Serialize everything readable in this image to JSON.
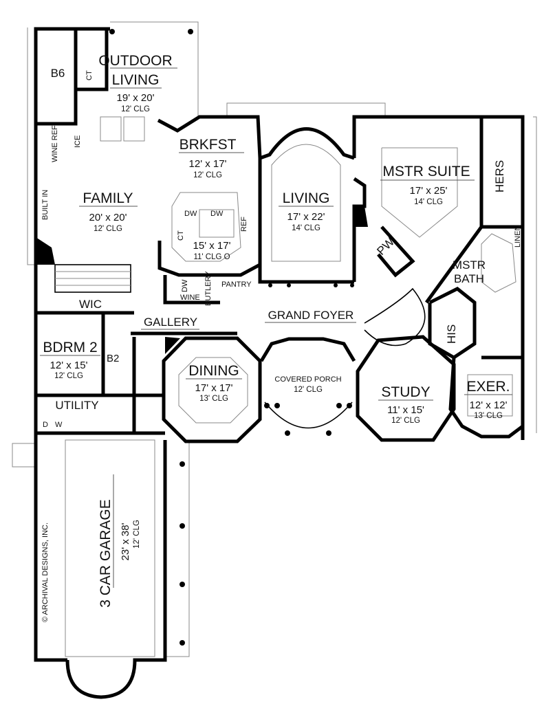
{
  "plan": {
    "copyright": "© ARCHIVAL DESIGNS, INC.",
    "rooms": {
      "outdoor_living": {
        "name_line1": "OUTDOOR",
        "name_line2": "LIVING",
        "size": "19' x 20'",
        "ceiling": "12' CLG"
      },
      "brkfst": {
        "name": "BRKFST",
        "size": "12' x 17'",
        "ceiling": "12' CLG"
      },
      "family": {
        "name": "FAMILY",
        "size": "20' x 20'",
        "ceiling": "12' CLG"
      },
      "kitchen": {
        "size": "15' x 17'",
        "ceiling": "11' CLG O"
      },
      "living": {
        "name": "LIVING",
        "size": "17' x 22'",
        "ceiling": "14' CLG"
      },
      "mstr_suite": {
        "name": "MSTR SUITE",
        "size": "17' x 25'",
        "ceiling": "14' CLG"
      },
      "mstr_bath": {
        "name_line1": "MSTR",
        "name_line2": "BATH"
      },
      "grand_foyer": {
        "name": "GRAND FOYER"
      },
      "gallery": {
        "name": "GALLERY"
      },
      "bdrm2": {
        "name": "BDRM 2",
        "size": "12' x 15'",
        "ceiling": "12' CLG"
      },
      "dining": {
        "name": "DINING",
        "size": "17' x 17'",
        "ceiling": "13' CLG"
      },
      "covered_porch": {
        "name": "COVERED PORCH",
        "ceiling": "12' CLG"
      },
      "study": {
        "name": "STUDY",
        "size": "11' x 15'",
        "ceiling": "12' CLG"
      },
      "exer": {
        "name": "EXER.",
        "size": "12' x 12'",
        "ceiling": "13' CLG"
      },
      "garage": {
        "name": "3 CAR GARAGE",
        "size": "23' x 38'",
        "ceiling": "12' CLG"
      },
      "utility": {
        "name": "UTILITY"
      }
    },
    "labels": {
      "b6": "B6",
      "ct1": "CT",
      "ice": "ICE",
      "wine_ref": "WINE REF",
      "built_in": "BUILT IN",
      "dw1": "DW",
      "dw2": "DW",
      "ref": "REF",
      "ct2": "CT",
      "dw3": "DW",
      "wine": "WINE",
      "butlery": "BUTLERY",
      "pantry": "PANTRY",
      "wic": "WIC",
      "b2": "B2",
      "d": "D",
      "w": "W",
      "pw": "PW",
      "hers": "HERS",
      "linen": "LINEN",
      "his": "HIS"
    }
  }
}
